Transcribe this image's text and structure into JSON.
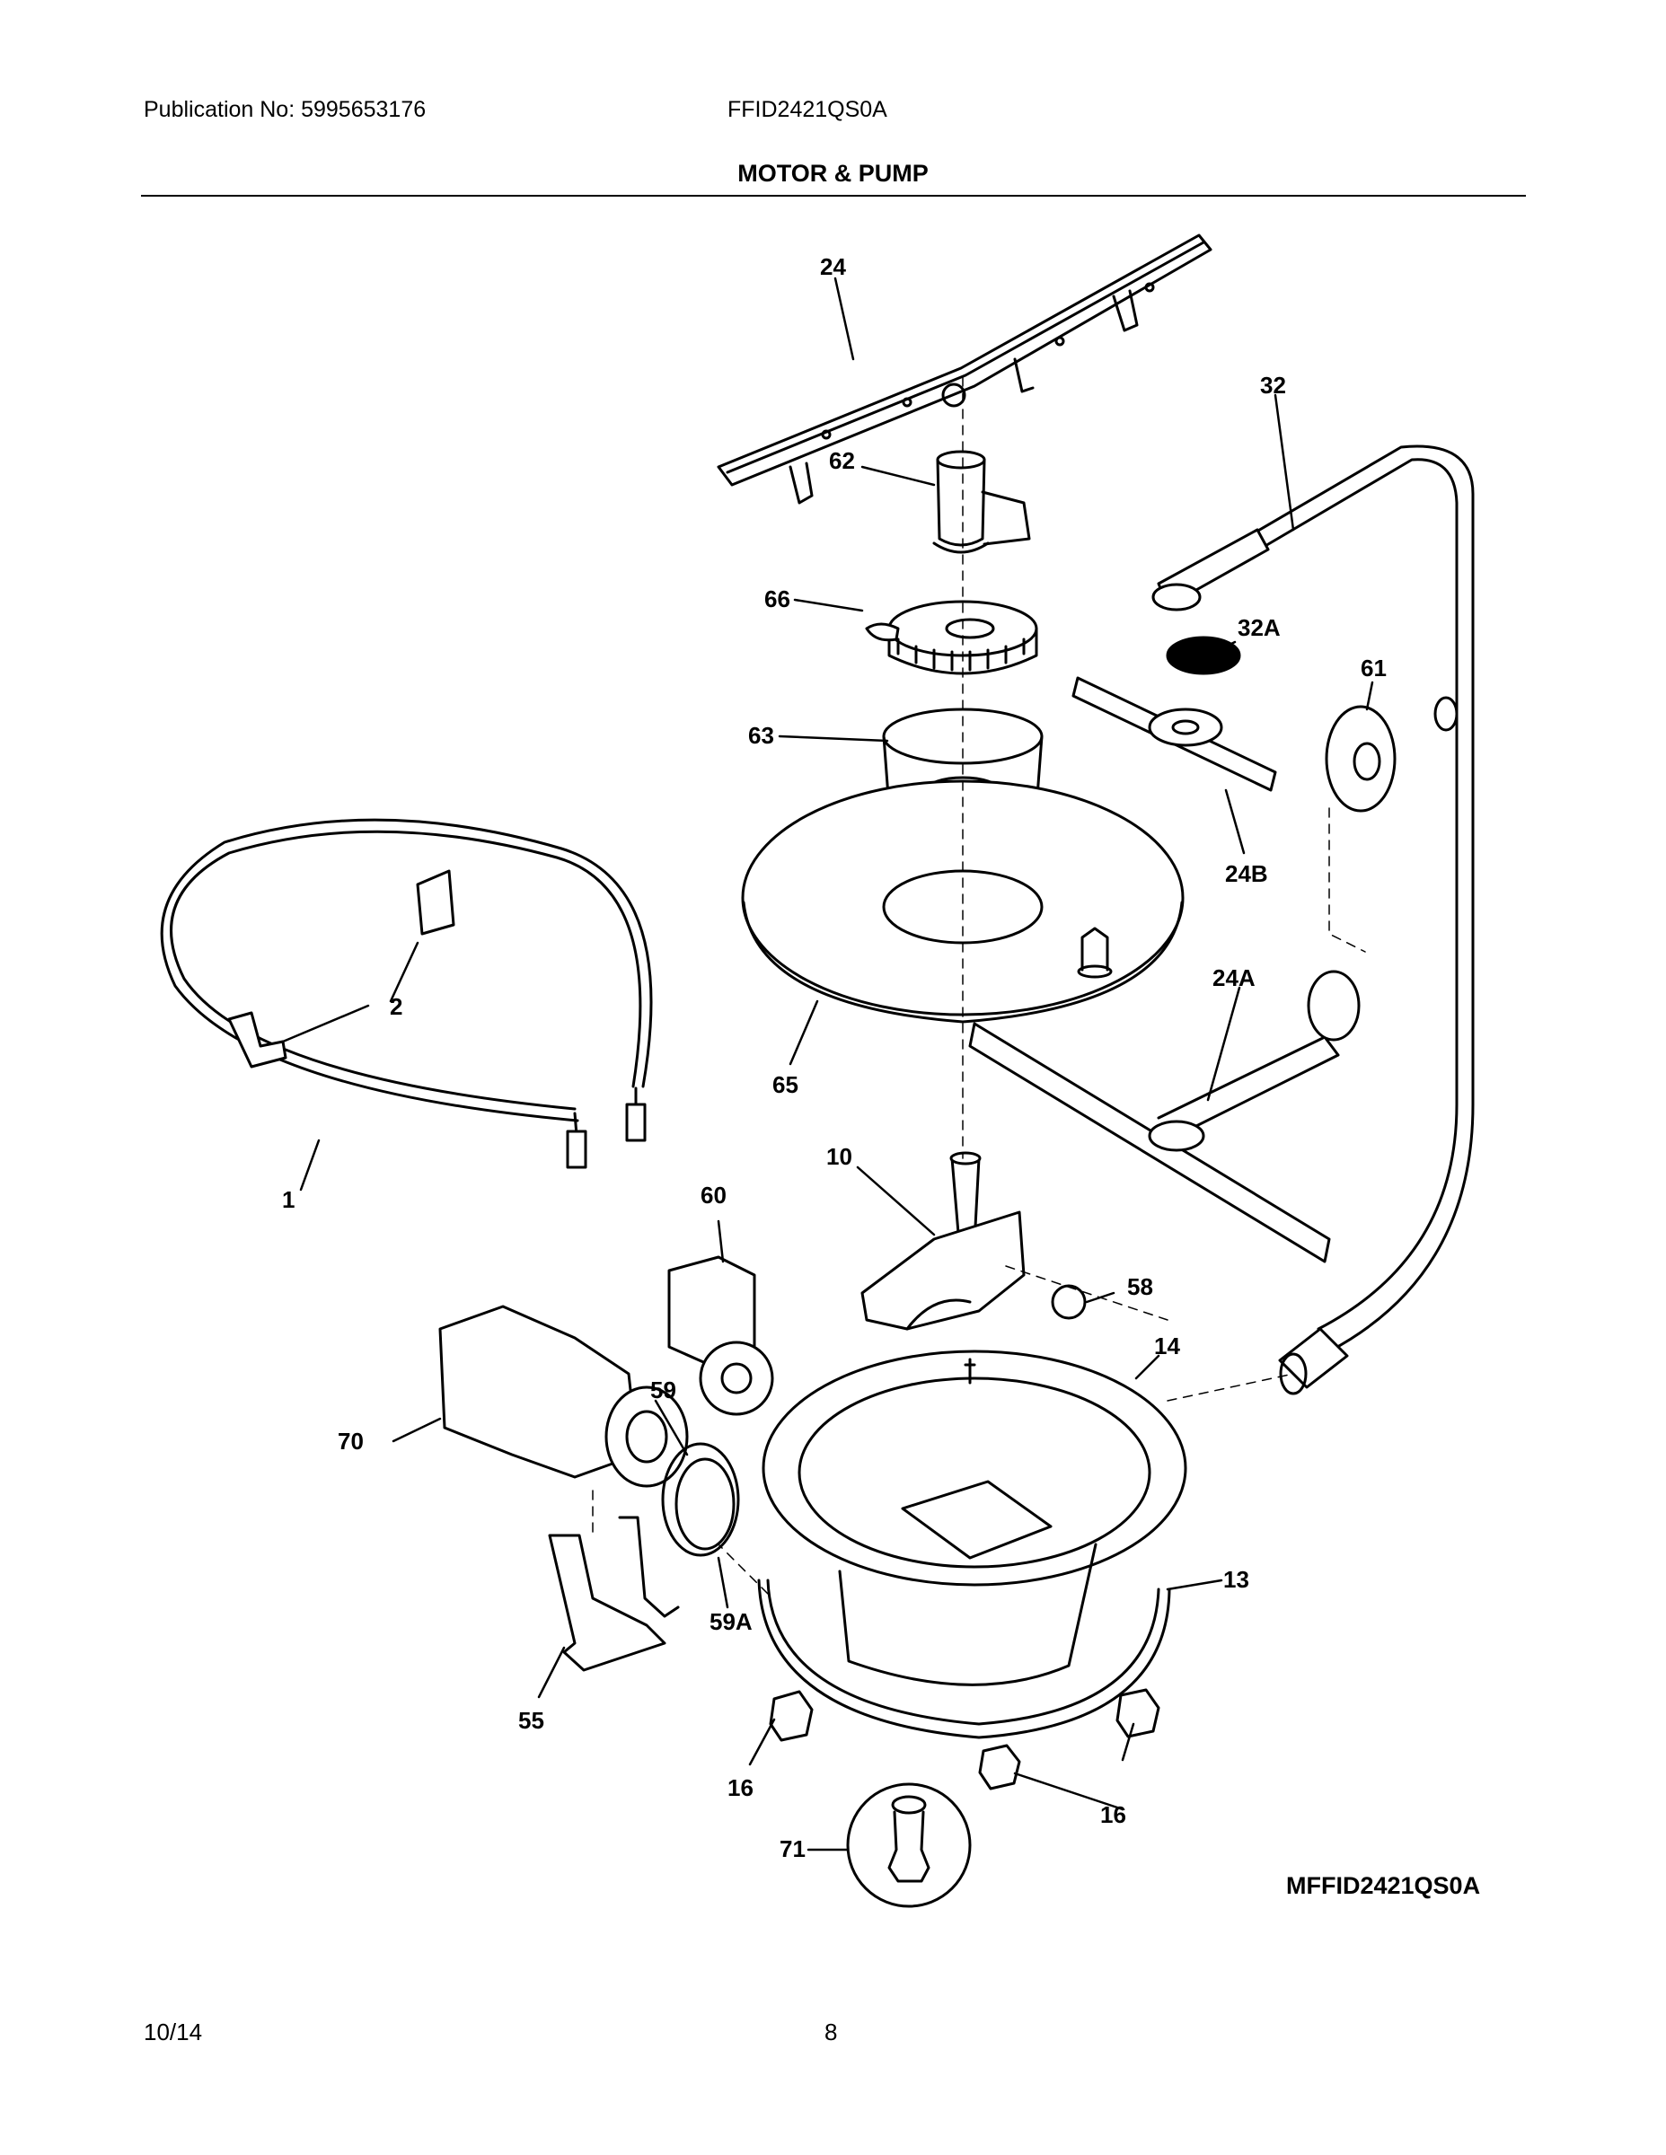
{
  "header": {
    "publication": "Publication No: 5995653176",
    "model": "FFID2421QS0A",
    "title": "MOTOR & PUMP"
  },
  "diagram": {
    "callouts": {
      "c24": "24",
      "c62": "62",
      "c32": "32",
      "c66": "66",
      "c32A": "32A",
      "c61": "61",
      "c63": "63",
      "c24B": "24B",
      "c2": "2",
      "c24A": "24A",
      "c65": "65",
      "c1": "1",
      "c10": "10",
      "c60": "60",
      "c58": "58",
      "c14": "14",
      "c59": "59",
      "c70": "70",
      "c13": "13",
      "c59A": "59A",
      "c55": "55",
      "c16a": "16",
      "c16b": "16",
      "c71": "71"
    },
    "code": "MFFID2421QS0A"
  },
  "footer": {
    "date": "10/14",
    "page": "8"
  }
}
